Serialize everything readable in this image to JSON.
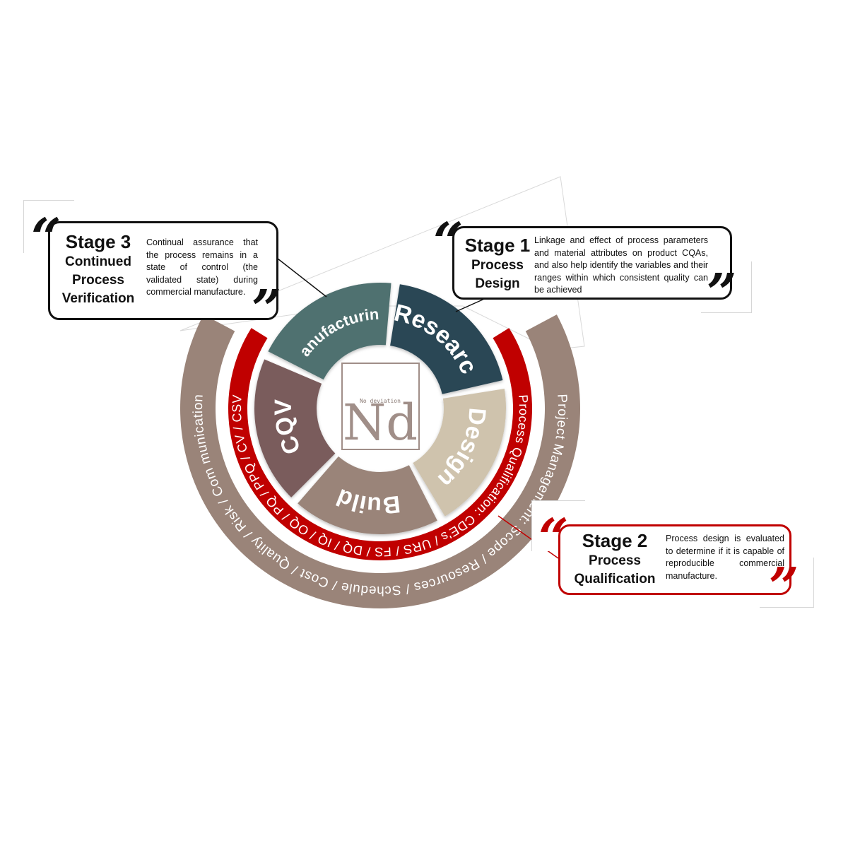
{
  "wheel": {
    "segments": [
      {
        "label": "Research",
        "color": "#294655"
      },
      {
        "label": "Design",
        "color": "#cfc3ad"
      },
      {
        "label": "Build",
        "color": "#9a8479"
      },
      {
        "label": "CQV",
        "color": "#7a5b5c"
      },
      {
        "label": "Manufacturing",
        "color": "#507170"
      }
    ],
    "logo": {
      "letters": "Nd",
      "tagline": "No deviation",
      "color": "#a08e88"
    }
  },
  "rings": {
    "inner": {
      "text": "Process Qualification: CDE's / URS / FS / DQ / IQ / OQ / PQ / PPQ / CV / CSV",
      "color": "#c00000"
    },
    "outer": {
      "text": "Project Management: Scope / Resources / Schedule / Cost / Quality / Risk / Com munication",
      "color": "#9a8479"
    }
  },
  "callouts": {
    "stage1": {
      "stage": "Stage 1",
      "name_line1": "Process",
      "name_line2": "Design",
      "description": "Linkage and effect of process parameters and material attributes on product CQAs, and also help identify the variables and their ranges within which consistent quality can be achieved"
    },
    "stage2": {
      "stage": "Stage 2",
      "name_line1": "Process",
      "name_line2": "Qualification",
      "description": "Process design is evaluated to determine if it is capable of reproducible commercial manufacture."
    },
    "stage3": {
      "stage": "Stage 3",
      "name_line1": "Continued",
      "name_line2": "Process",
      "name_line3": "Verification",
      "description": "Continual assurance that the process remains in a state of control (the validated state) during commercial manufacture."
    }
  },
  "quote_marks": {
    "open": "“",
    "close": "”"
  }
}
